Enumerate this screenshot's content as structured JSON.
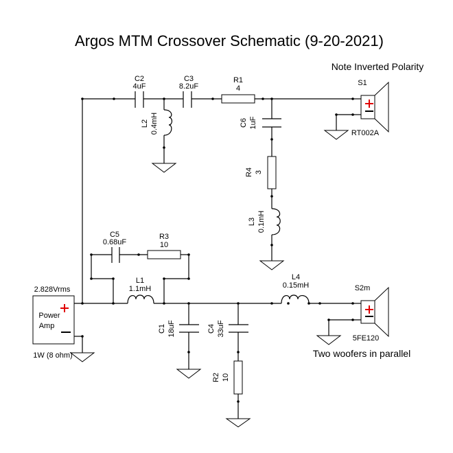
{
  "title": "Argos MTM Crossover Schematic (9-20-2021)",
  "notes": {
    "tweeter_note": "Note Inverted Polarity",
    "woofer_note": "Two woofers in parallel"
  },
  "source": {
    "voltage": "2.828Vrms",
    "name_line1": "Power",
    "name_line2": "Amp",
    "rating": "1W (8 ohm)",
    "plus_symbol": "+",
    "minus_symbol": "−"
  },
  "components": {
    "C2": {
      "ref": "C2",
      "value": "4uF"
    },
    "C3": {
      "ref": "C3",
      "value": "8.2uF"
    },
    "L2": {
      "ref": "L2",
      "value": "0.4mH"
    },
    "R1": {
      "ref": "R1",
      "value": "4"
    },
    "C6": {
      "ref": "C6",
      "value": "1uF"
    },
    "R4": {
      "ref": "R4",
      "value": "3"
    },
    "L3": {
      "ref": "L3",
      "value": "0.1mH"
    },
    "C5": {
      "ref": "C5",
      "value": "0.68uF"
    },
    "R3": {
      "ref": "R3",
      "value": "10"
    },
    "L1": {
      "ref": "L1",
      "value": "1.1mH"
    },
    "C1": {
      "ref": "C1",
      "value": "18uF"
    },
    "C4": {
      "ref": "C4",
      "value": "33uF"
    },
    "R2": {
      "ref": "R2",
      "value": "10"
    },
    "L4": {
      "ref": "L4",
      "value": "0.15mH"
    }
  },
  "speakers": {
    "S1": {
      "ref": "S1",
      "model": "RT002A"
    },
    "S2m": {
      "ref": "S2m",
      "model": "5FE120"
    }
  },
  "colors": {
    "polarity_plus": "#e00000",
    "wire": "#000000"
  }
}
